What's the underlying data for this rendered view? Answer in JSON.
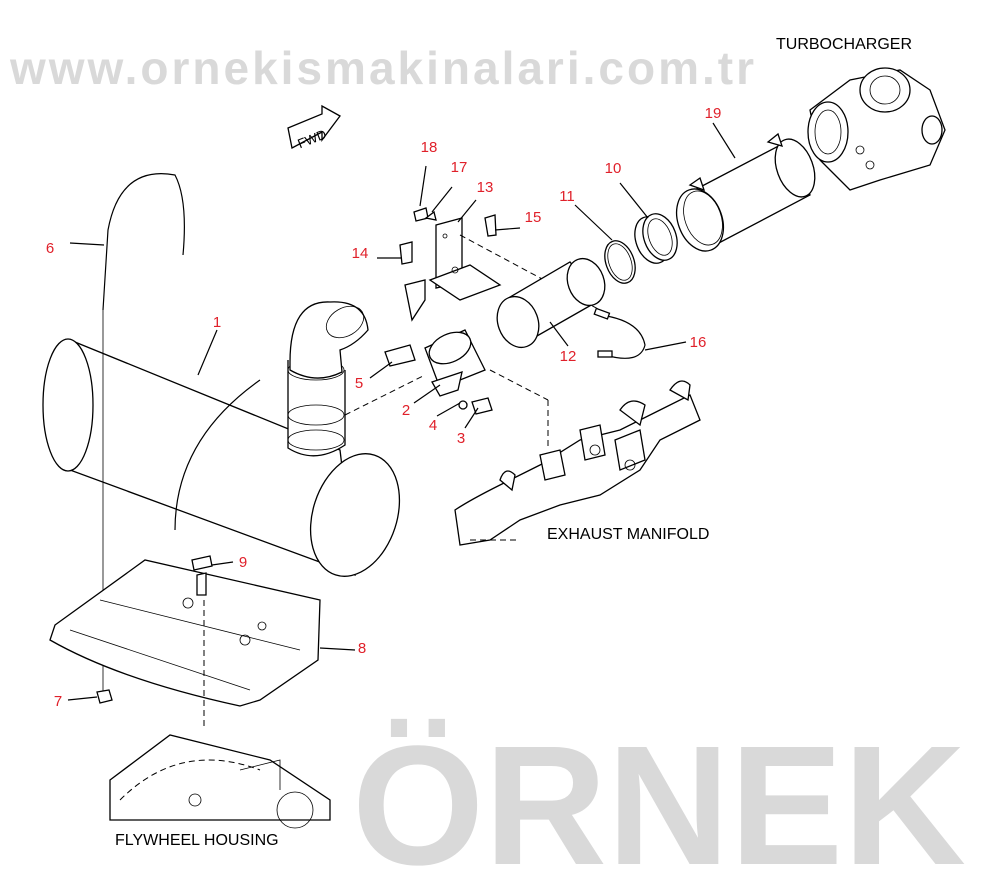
{
  "title": "Exhaust system parts diagram",
  "captions": {
    "turbocharger": "TURBOCHARGER",
    "exhaust_manifold": "EXHAUST MANIFOLD",
    "flywheel_housing": "FLYWHEEL HOUSING",
    "fwd": "FWD"
  },
  "watermark": {
    "brand": "ÖRNEK",
    "url": "www.ornekismakinalari.com.tr"
  },
  "callouts": [
    "1",
    "2",
    "3",
    "4",
    "5",
    "6",
    "7",
    "8",
    "9",
    "10",
    "11",
    "12",
    "13",
    "14",
    "15",
    "16",
    "17",
    "18",
    "19"
  ],
  "colors": {
    "callout": "#e0202a",
    "watermark": "#d9d9d9"
  }
}
